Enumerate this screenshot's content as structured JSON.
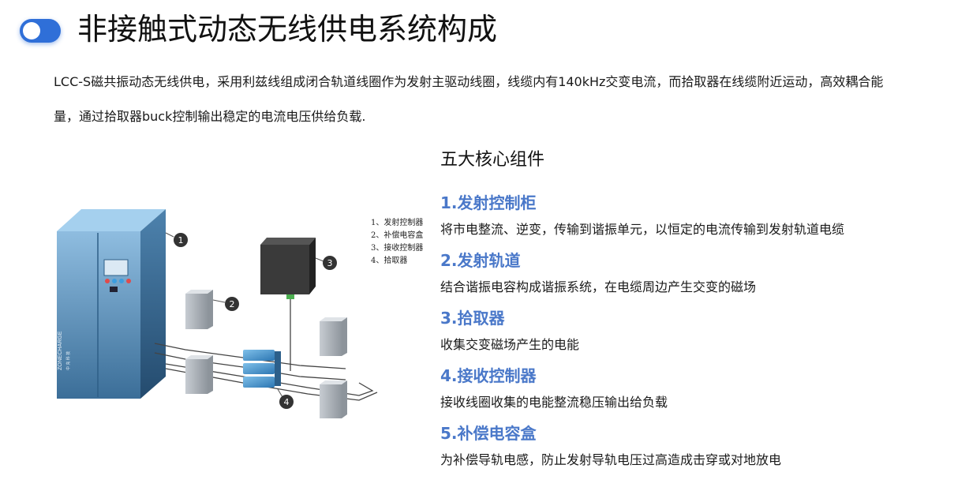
{
  "header": {
    "title": "非接触式动态无线供电系统构成",
    "toggle_color": "#2f6fd8"
  },
  "description": "LCC-S磁共振动态无线供电，采用利兹线组成闭合轨道线圈作为发射主驱动线圈，线缆内有140kHz交变电流，而拾取器在线缆附近运动，高效耦合能量，通过拾取器buck控制输出稳定的电流电压供给负载.",
  "section": {
    "heading": "五大核心组件",
    "accent_color": "#4a78c9",
    "components": [
      {
        "name": "1.发射控制柜",
        "text": "将市电整流、逆变，传输到谐振单元，以恒定的电流传输到发射轨道电缆"
      },
      {
        "name": "2.发射轨道",
        "text": "结合谐振电容构成谐振系统，在电缆周边产生交变的磁场"
      },
      {
        "name": "3.拾取器",
        "text": "收集交变磁场产生的电能"
      },
      {
        "name": "4.接收控制器",
        "text": "接收线圈收集的电能整流稳压输出给负载"
      },
      {
        "name": "5.补偿电容盒",
        "text": "为补偿导轨电感，防止发射导轨电压过高造成击穿或对地放电"
      }
    ]
  },
  "diagram": {
    "cabinet_brand": "ZONECHARGE",
    "cabinet_brand_sub": "中 充 科 技",
    "callouts": [
      "1",
      "2",
      "3",
      "4"
    ],
    "legend": [
      "1、发射控制器",
      "2、补偿电容盒",
      "3、接收控制器",
      "4、拾取器"
    ]
  }
}
